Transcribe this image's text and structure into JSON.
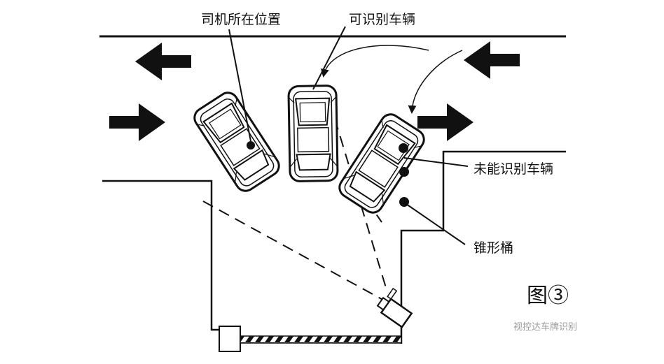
{
  "labels": {
    "driver_position": "司机所在位置",
    "recognizable_vehicle": "可识别车辆",
    "unrecognizable_vehicle": "未能识别车辆",
    "traffic_cone": "锥形桶",
    "figure": "图③"
  },
  "watermark": "视控达车牌识别",
  "colors": {
    "ink": "#111111",
    "background": "#ffffff",
    "watermark": "#9a9a9a"
  }
}
